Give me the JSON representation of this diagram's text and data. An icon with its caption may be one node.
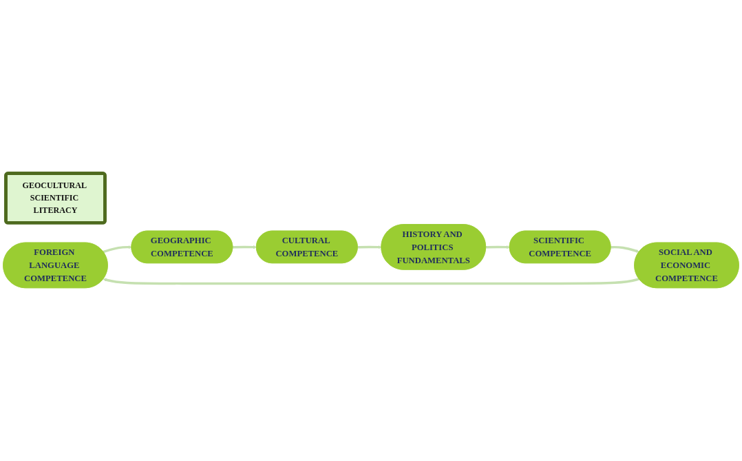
{
  "diagram": {
    "nodes": [
      {
        "text": [
          "GEOCULTURAL SCIENTIFIC LITERACY"
        ]
      },
      {
        "text": [
          "FOREIGN LANGUAGE COMPETENCE"
        ]
      },
      {
        "text": [
          "GEOGRAPHIC COMPETENCE"
        ]
      },
      {
        "text": [
          "CULTURAL COMPETENCE"
        ]
      },
      {
        "text": [
          "HISTORY AND POLITICS FUNDAMENTALS"
        ]
      },
      {
        "text": [
          "SCIENTIFIC COMPETENCE"
        ]
      },
      {
        "text": [
          "SOCIAL AND ECONOMIC COMPETENCE"
        ]
      }
    ],
    "edges": [
      {
        "from": 1,
        "to": 2,
        "arrow": "to"
      },
      {
        "from": 2,
        "to": 3,
        "arrow": "to"
      },
      {
        "from": 3,
        "to": 4,
        "arrow": "to"
      },
      {
        "from": 4,
        "to": 5,
        "arrow": "to"
      },
      {
        "from": 5,
        "to": 6,
        "arrow": "to"
      },
      {
        "from": 6,
        "to": 1,
        "arrow": "to"
      }
    ]
  }
}
